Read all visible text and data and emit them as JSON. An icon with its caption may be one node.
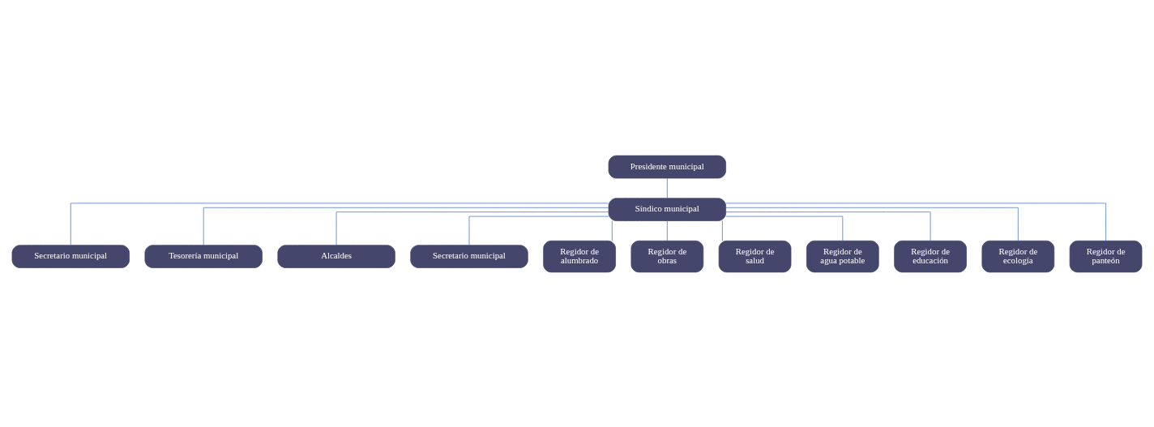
{
  "diagram": {
    "nodes": [
      {
        "text": [
          "Presidente municipal"
        ]
      },
      {
        "text": [
          "Síndico municipal"
        ]
      },
      {
        "text": [
          "Secretario municipal"
        ]
      },
      {
        "text": [
          "Tesorería municipal"
        ]
      },
      {
        "text": [
          "Alcaldes"
        ]
      },
      {
        "text": [
          "Secretario municipal"
        ]
      },
      {
        "text": [
          "Regidor de alumbrado"
        ]
      },
      {
        "text": [
          "Regidor de obras"
        ]
      },
      {
        "text": [
          "Regidor de salud"
        ]
      },
      {
        "text": [
          "Regidor de agua potable"
        ]
      },
      {
        "text": [
          "Regidor de educación"
        ]
      },
      {
        "text": [
          "Regidor de ecología"
        ]
      },
      {
        "text": [
          "Regidor de panteón"
        ]
      }
    ],
    "edges": [
      {
        "from": 0,
        "to": 1,
        "arrow": "none"
      },
      {
        "from": 1,
        "to": 2,
        "arrow": "none"
      },
      {
        "from": 1,
        "to": 3,
        "arrow": "none"
      },
      {
        "from": 1,
        "to": 4,
        "arrow": "none"
      },
      {
        "from": 1,
        "to": 5,
        "arrow": "none"
      },
      {
        "from": 1,
        "to": 6,
        "arrow": "none"
      },
      {
        "from": 1,
        "to": 7,
        "arrow": "none"
      },
      {
        "from": 1,
        "to": 8,
        "arrow": "none"
      },
      {
        "from": 1,
        "to": 9,
        "arrow": "none"
      },
      {
        "from": 1,
        "to": 10,
        "arrow": "none"
      },
      {
        "from": 1,
        "to": 11,
        "arrow": "none"
      },
      {
        "from": 1,
        "to": 12,
        "arrow": "none"
      }
    ]
  }
}
